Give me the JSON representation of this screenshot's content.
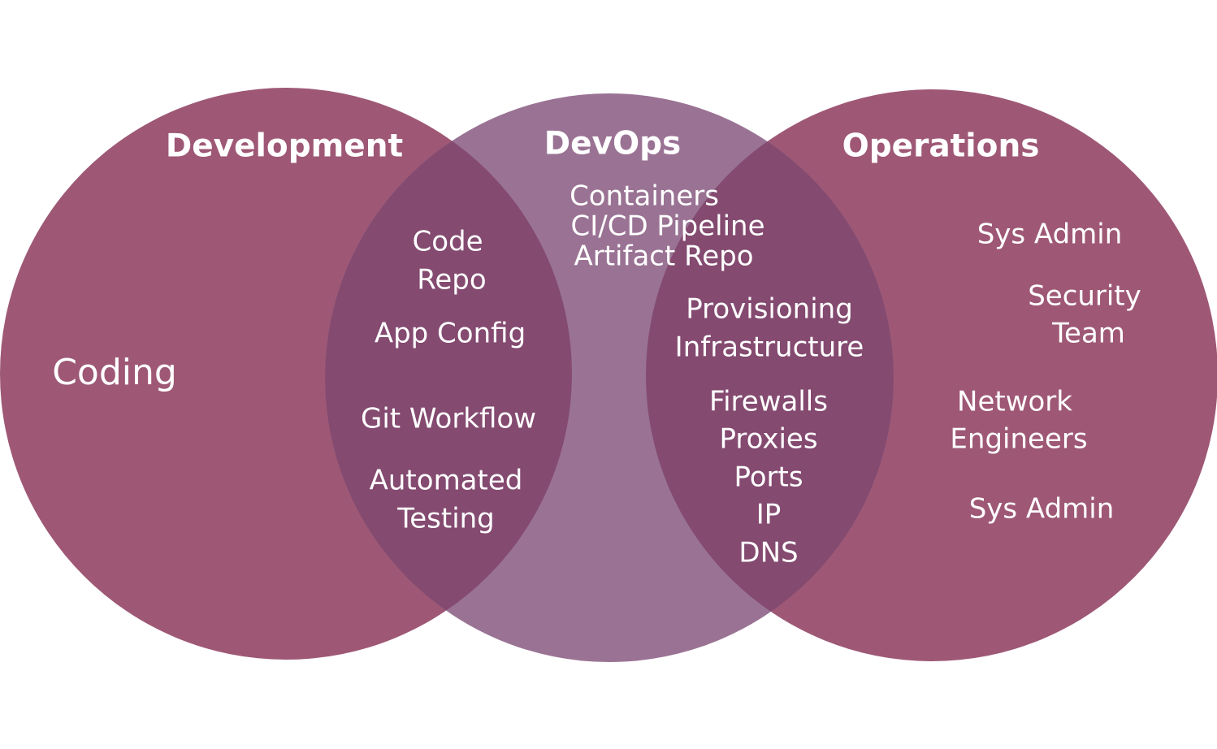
{
  "colors": {
    "background": "#ffffff",
    "dev_circle": "#9e5875",
    "ops_circle": "#9e5875",
    "devops_circle": "#9a7394",
    "overlap": "#844a70",
    "text": "#ffffff"
  },
  "development": {
    "title": "Development",
    "items": [
      "Coding"
    ]
  },
  "devops": {
    "title": "DevOps",
    "items": [
      "Containers",
      "CI/CD Pipeline",
      "Artifact Repo"
    ]
  },
  "operations": {
    "title": "Operations",
    "items": [
      "Sys Admin",
      "Security",
      "Team",
      "Network",
      "Engineers",
      "Sys Admin"
    ]
  },
  "dev_devops_overlap": {
    "items": [
      "Code",
      "Repo",
      "App Config",
      "Git Workflow",
      "Automated",
      "Testing"
    ]
  },
  "ops_devops_overlap": {
    "items": [
      "Provisioning",
      "Infrastructure",
      "Firewalls",
      "Proxies",
      "Ports",
      "IP",
      "DNS"
    ]
  }
}
